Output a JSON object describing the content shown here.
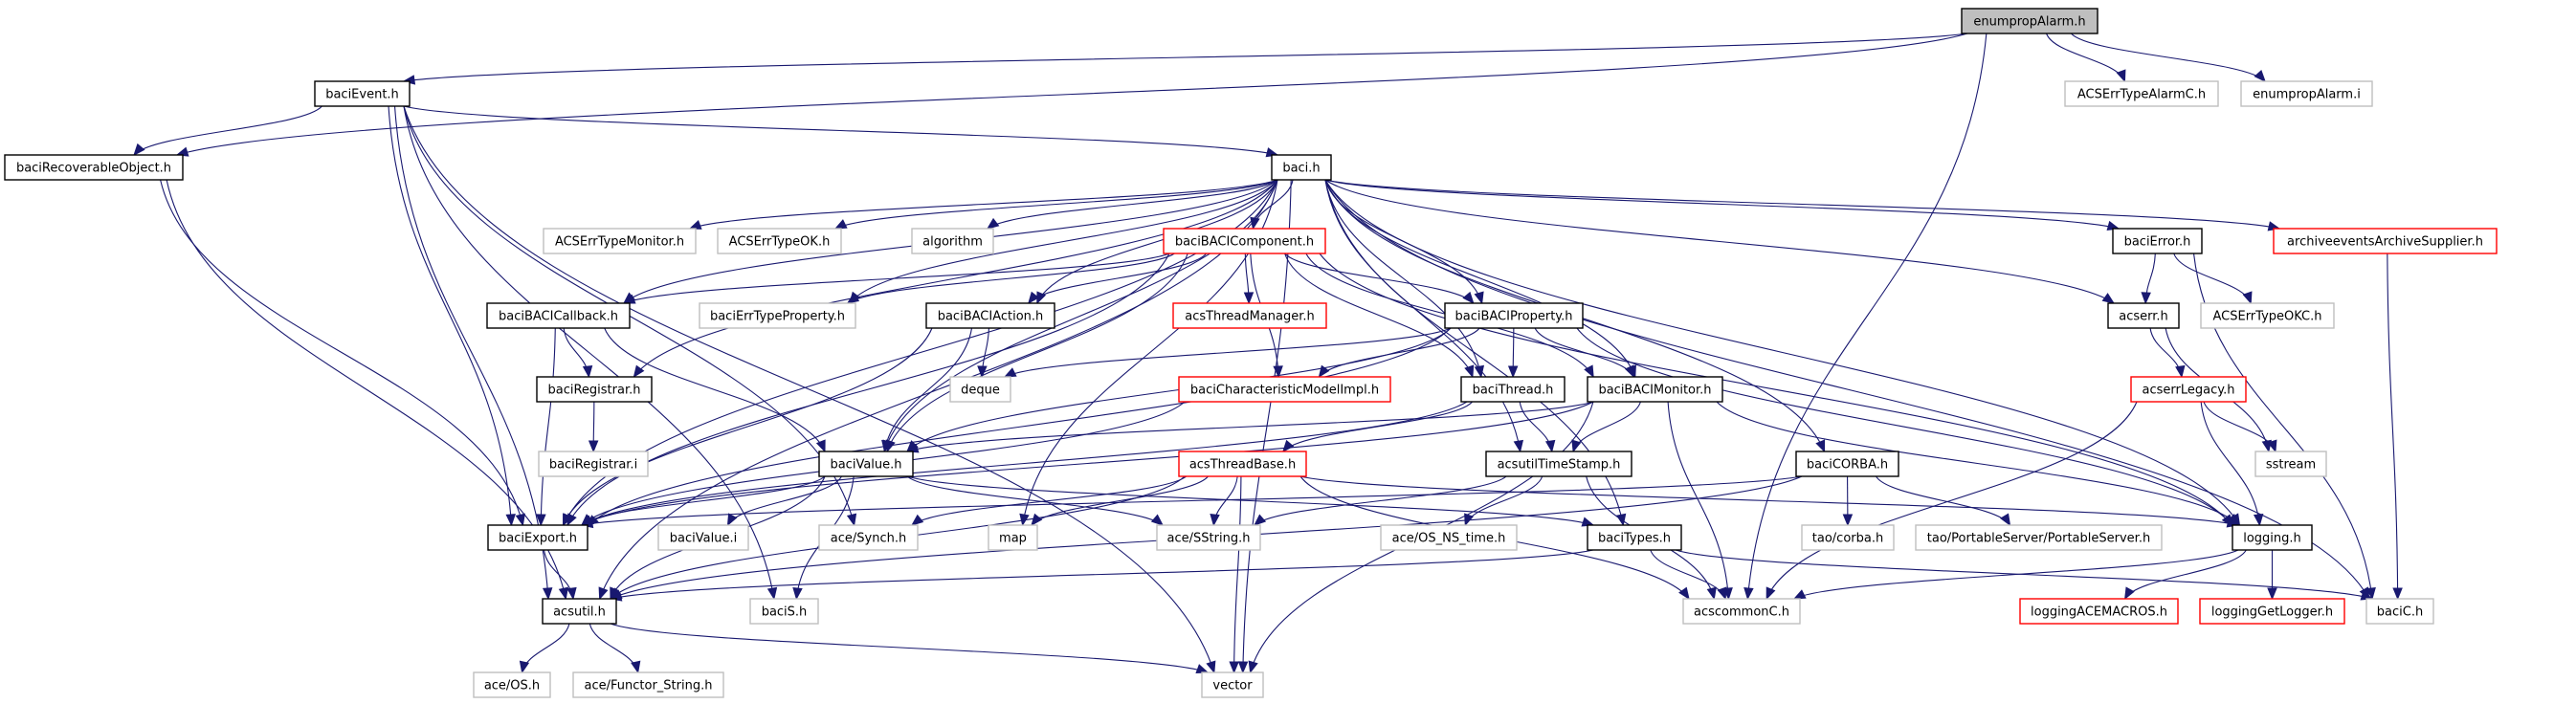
{
  "diagram": {
    "type": "include-dependency-graph",
    "colors": {
      "edge": "#191970",
      "root_fill": "#bfbfbf",
      "documented_border": "#000000",
      "undocumented_border": "#bfbfbf",
      "truncated_border": "#ff0000"
    },
    "nodes": [
      {
        "id": "enumpropAlarm_h",
        "label": "enumpropAlarm.h",
        "style": "root"
      },
      {
        "id": "ACSErrTypeAlarmC_h",
        "label": "ACSErrTypeAlarmC.h",
        "style": "gray"
      },
      {
        "id": "enumpropAlarm_i",
        "label": "enumpropAlarm.i",
        "style": "gray"
      },
      {
        "id": "baciEvent_h",
        "label": "baciEvent.h",
        "style": "black"
      },
      {
        "id": "baciRecoverableObject_h",
        "label": "baciRecoverableObject.h",
        "style": "black"
      },
      {
        "id": "baci_h",
        "label": "baci.h",
        "style": "black"
      },
      {
        "id": "ACSErrTypeMonitor_h",
        "label": "ACSErrTypeMonitor.h",
        "style": "gray"
      },
      {
        "id": "ACSErrTypeOK_h",
        "label": "ACSErrTypeOK.h",
        "style": "gray"
      },
      {
        "id": "algorithm",
        "label": "algorithm",
        "style": "gray"
      },
      {
        "id": "baciBACIComponent_h",
        "label": "baciBACIComponent.h",
        "style": "red"
      },
      {
        "id": "baciError_h",
        "label": "baciError.h",
        "style": "black"
      },
      {
        "id": "archiveeventsArchiveSupplier_h",
        "label": "archiveeventsArchiveSupplier.h",
        "style": "red"
      },
      {
        "id": "baciBACICallback_h",
        "label": "baciBACICallback.h",
        "style": "black"
      },
      {
        "id": "baciErrTypeProperty_h",
        "label": "baciErrTypeProperty.h",
        "style": "gray"
      },
      {
        "id": "baciBACIAction_h",
        "label": "baciBACIAction.h",
        "style": "black"
      },
      {
        "id": "acsThreadManager_h",
        "label": "acsThreadManager.h",
        "style": "red"
      },
      {
        "id": "baciBACIProperty_h",
        "label": "baciBACIProperty.h",
        "style": "black"
      },
      {
        "id": "acserr_h",
        "label": "acserr.h",
        "style": "black"
      },
      {
        "id": "ACSErrTypeOKC_h",
        "label": "ACSErrTypeOKC.h",
        "style": "gray"
      },
      {
        "id": "baciRegistrar_h",
        "label": "baciRegistrar.h",
        "style": "black"
      },
      {
        "id": "deque",
        "label": "deque",
        "style": "gray"
      },
      {
        "id": "baciCharacteristicModelImpl_h",
        "label": "baciCharacteristicModelImpl.h",
        "style": "red"
      },
      {
        "id": "baciThread_h",
        "label": "baciThread.h",
        "style": "black"
      },
      {
        "id": "baciBACIMonitor_h",
        "label": "baciBACIMonitor.h",
        "style": "black"
      },
      {
        "id": "acserrLegacy_h",
        "label": "acserrLegacy.h",
        "style": "red"
      },
      {
        "id": "baciRegistrar_i",
        "label": "baciRegistrar.i",
        "style": "gray"
      },
      {
        "id": "baciValue_h",
        "label": "baciValue.h",
        "style": "black"
      },
      {
        "id": "acsThreadBase_h",
        "label": "acsThreadBase.h",
        "style": "red"
      },
      {
        "id": "acsutilTimeStamp_h",
        "label": "acsutilTimeStamp.h",
        "style": "black"
      },
      {
        "id": "baciCORBA_h",
        "label": "baciCORBA.h",
        "style": "black"
      },
      {
        "id": "sstream",
        "label": "sstream",
        "style": "gray"
      },
      {
        "id": "baciExport_h",
        "label": "baciExport.h",
        "style": "black"
      },
      {
        "id": "baciValue_i",
        "label": "baciValue.i",
        "style": "gray"
      },
      {
        "id": "ace_Synch_h",
        "label": "ace/Synch.h",
        "style": "gray"
      },
      {
        "id": "map",
        "label": "map",
        "style": "gray"
      },
      {
        "id": "ace_SString_h",
        "label": "ace/SString.h",
        "style": "gray"
      },
      {
        "id": "ace_OS_NS_time_h",
        "label": "ace/OS_NS_time.h",
        "style": "gray"
      },
      {
        "id": "baciTypes_h",
        "label": "baciTypes.h",
        "style": "black"
      },
      {
        "id": "tao_corba_h",
        "label": "tao/corba.h",
        "style": "gray"
      },
      {
        "id": "tao_PortableServer_h",
        "label": "tao/PortableServer/PortableServer.h",
        "style": "gray"
      },
      {
        "id": "logging_h",
        "label": "logging.h",
        "style": "black"
      },
      {
        "id": "acsutil_h",
        "label": "acsutil.h",
        "style": "black"
      },
      {
        "id": "baciS_h",
        "label": "baciS.h",
        "style": "gray"
      },
      {
        "id": "acscommonC_h",
        "label": "acscommonC.h",
        "style": "gray"
      },
      {
        "id": "loggingACEMACROS_h",
        "label": "loggingACEMACROS.h",
        "style": "red"
      },
      {
        "id": "loggingGetLogger_h",
        "label": "loggingGetLogger.h",
        "style": "red"
      },
      {
        "id": "baciC_h",
        "label": "baciC.h",
        "style": "gray"
      },
      {
        "id": "ace_OS_h",
        "label": "ace/OS.h",
        "style": "gray"
      },
      {
        "id": "ace_Functor_String_h",
        "label": "ace/Functor_String.h",
        "style": "gray"
      },
      {
        "id": "vector",
        "label": "vector",
        "style": "gray"
      }
    ],
    "edges": [
      [
        "enumpropAlarm_h",
        "baciEvent_h"
      ],
      [
        "enumpropAlarm_h",
        "baciRecoverableObject_h"
      ],
      [
        "enumpropAlarm_h",
        "ACSErrTypeAlarmC_h"
      ],
      [
        "enumpropAlarm_h",
        "enumpropAlarm_i"
      ],
      [
        "enumpropAlarm_h",
        "acscommonC_h"
      ],
      [
        "baciEvent_h",
        "baciRecoverableObject_h"
      ],
      [
        "baciEvent_h",
        "baci_h"
      ],
      [
        "baciEvent_h",
        "acsutil_h"
      ],
      [
        "baciEvent_h",
        "baciExport_h"
      ],
      [
        "baciEvent_h",
        "baciS_h"
      ],
      [
        "baciEvent_h",
        "ace_Synch_h"
      ],
      [
        "baciEvent_h",
        "vector"
      ],
      [
        "baciRecoverableObject_h",
        "baciExport_h"
      ],
      [
        "baciRecoverableObject_h",
        "acsutil_h"
      ],
      [
        "baci_h",
        "ACSErrTypeMonitor_h"
      ],
      [
        "baci_h",
        "ACSErrTypeOK_h"
      ],
      [
        "baci_h",
        "algorithm"
      ],
      [
        "baci_h",
        "baciBACIComponent_h"
      ],
      [
        "baci_h",
        "baciError_h"
      ],
      [
        "baci_h",
        "archiveeventsArchiveSupplier_h"
      ],
      [
        "baci_h",
        "baciBACICallback_h"
      ],
      [
        "baci_h",
        "baciErrTypeProperty_h"
      ],
      [
        "baci_h",
        "baciBACIAction_h"
      ],
      [
        "baci_h",
        "baciBACIProperty_h"
      ],
      [
        "baci_h",
        "acserr_h"
      ],
      [
        "baci_h",
        "baciRegistrar_h"
      ],
      [
        "baci_h",
        "baciThread_h"
      ],
      [
        "baci_h",
        "baciBACIMonitor_h"
      ],
      [
        "baci_h",
        "baciValue_h"
      ],
      [
        "baci_h",
        "acsutilTimeStamp_h"
      ],
      [
        "baci_h",
        "baciCORBA_h"
      ],
      [
        "baci_h",
        "baciExport_h"
      ],
      [
        "baci_h",
        "map"
      ],
      [
        "baci_h",
        "baciTypes_h"
      ],
      [
        "baci_h",
        "logging_h"
      ],
      [
        "baci_h",
        "acsutil_h"
      ],
      [
        "baci_h",
        "baciC_h"
      ],
      [
        "baci_h",
        "vector"
      ],
      [
        "baciBACIComponent_h",
        "baciBACICallback_h"
      ],
      [
        "baciBACIComponent_h",
        "baciErrTypeProperty_h"
      ],
      [
        "baciBACIComponent_h",
        "baciBACIAction_h"
      ],
      [
        "baciBACIComponent_h",
        "acsThreadManager_h"
      ],
      [
        "baciBACIComponent_h",
        "baciBACIProperty_h"
      ],
      [
        "baciBACIComponent_h",
        "baciCharacteristicModelImpl_h"
      ],
      [
        "baciBACIComponent_h",
        "baciThread_h"
      ],
      [
        "baciBACIComponent_h",
        "baciBACIMonitor_h"
      ],
      [
        "baciBACIComponent_h",
        "baciValue_h"
      ],
      [
        "baciBACIComponent_h",
        "baciExport_h"
      ],
      [
        "baciBACIComponent_h",
        "logging_h"
      ],
      [
        "baciError_h",
        "acserr_h"
      ],
      [
        "baciError_h",
        "ACSErrTypeOKC_h"
      ],
      [
        "baciError_h",
        "baciC_h"
      ],
      [
        "archiveeventsArchiveSupplier_h",
        "baciC_h"
      ],
      [
        "baciBACICallback_h",
        "baciRegistrar_h"
      ],
      [
        "baciBACICallback_h",
        "baciValue_h"
      ],
      [
        "baciBACICallback_h",
        "baciExport_h"
      ],
      [
        "baciBACIAction_h",
        "deque"
      ],
      [
        "baciBACIAction_h",
        "baciValue_h"
      ],
      [
        "baciBACIAction_h",
        "baciExport_h"
      ],
      [
        "baciBACIProperty_h",
        "deque"
      ],
      [
        "baciBACIProperty_h",
        "baciCharacteristicModelImpl_h"
      ],
      [
        "baciBACIProperty_h",
        "baciThread_h"
      ],
      [
        "baciBACIProperty_h",
        "baciBACIMonitor_h"
      ],
      [
        "baciBACIProperty_h",
        "baciValue_h"
      ],
      [
        "baciBACIProperty_h",
        "baciExport_h"
      ],
      [
        "baciBACIProperty_h",
        "logging_h"
      ],
      [
        "acserr_h",
        "acserrLegacy_h"
      ],
      [
        "acserr_h",
        "sstream"
      ],
      [
        "acserrLegacy_h",
        "sstream"
      ],
      [
        "acserrLegacy_h",
        "logging_h"
      ],
      [
        "acserrLegacy_h",
        "acscommonC_h"
      ],
      [
        "baciRegistrar_h",
        "baciRegistrar_i"
      ],
      [
        "baciCharacteristicModelImpl_h",
        "baciExport_h"
      ],
      [
        "baciThread_h",
        "acsThreadBase_h"
      ],
      [
        "baciThread_h",
        "acsutilTimeStamp_h"
      ],
      [
        "baciThread_h",
        "baciExport_h"
      ],
      [
        "baciBACIMonitor_h",
        "acsutilTimeStamp_h"
      ],
      [
        "baciBACIMonitor_h",
        "baciValue_h"
      ],
      [
        "baciBACIMonitor_h",
        "baciExport_h"
      ],
      [
        "baciBACIMonitor_h",
        "acscommonC_h"
      ],
      [
        "baciBACIMonitor_h",
        "logging_h"
      ],
      [
        "baciBACIMonitor_h",
        "vector"
      ],
      [
        "baciValue_h",
        "baciExport_h"
      ],
      [
        "baciValue_h",
        "baciValue_i"
      ],
      [
        "baciValue_h",
        "acsutil_h"
      ],
      [
        "baciValue_h",
        "baciTypes_h"
      ],
      [
        "baciValue_h",
        "ace_SString_h"
      ],
      [
        "baciValue_h",
        "baciS_h"
      ],
      [
        "acsThreadBase_h",
        "ace_Synch_h"
      ],
      [
        "acsThreadBase_h",
        "map"
      ],
      [
        "acsThreadBase_h",
        "ace_SString_h"
      ],
      [
        "acsThreadBase_h",
        "logging_h"
      ],
      [
        "acsThreadBase_h",
        "acsutil_h"
      ],
      [
        "acsThreadBase_h",
        "acscommonC_h"
      ],
      [
        "acsThreadBase_h",
        "vector"
      ],
      [
        "acsutilTimeStamp_h",
        "ace_SString_h"
      ],
      [
        "acsutilTimeStamp_h",
        "ace_OS_NS_time_h"
      ],
      [
        "acsutilTimeStamp_h",
        "acscommonC_h"
      ],
      [
        "baciCORBA_h",
        "tao_corba_h"
      ],
      [
        "baciCORBA_h",
        "tao_PortableServer_h"
      ],
      [
        "baciCORBA_h",
        "baciExport_h"
      ],
      [
        "baciCORBA_h",
        "acsutil_h"
      ],
      [
        "baciExport_h",
        "acsutil_h"
      ],
      [
        "baciTypes_h",
        "acscommonC_h"
      ],
      [
        "baciTypes_h",
        "acsutil_h"
      ],
      [
        "baciTypes_h",
        "baciC_h"
      ],
      [
        "logging_h",
        "loggingACEMACROS_h"
      ],
      [
        "logging_h",
        "loggingGetLogger_h"
      ],
      [
        "logging_h",
        "acscommonC_h"
      ],
      [
        "acsutil_h",
        "ace_OS_h"
      ],
      [
        "acsutil_h",
        "ace_Functor_String_h"
      ],
      [
        "acsutil_h",
        "vector"
      ]
    ]
  }
}
